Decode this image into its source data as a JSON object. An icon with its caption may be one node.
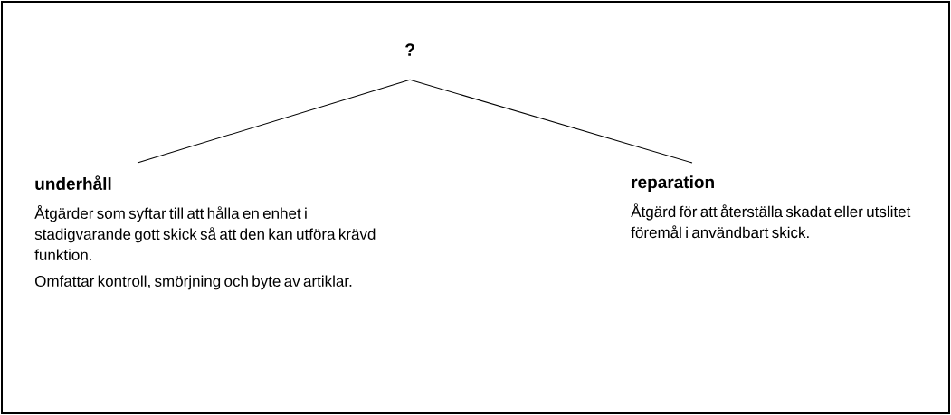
{
  "diagram": {
    "nodes": [
      {
        "text": [
          "?"
        ]
      },
      {
        "text": [
          "underhåll",
          "Åtgärder som syftar till att hålla en enhet i stadigvarande gott skick så att den kan utföra krävd funktion.",
          "Omfattar kontroll, smörjning och byte av artiklar."
        ]
      },
      {
        "text": [
          "reparation",
          "Åtgärd för att återställa skadat eller utslitet föremål i användbart skick."
        ]
      }
    ],
    "edges": [
      {
        "from": 0,
        "to": 1,
        "arrow": "none"
      },
      {
        "from": 0,
        "to": 2,
        "arrow": "none"
      }
    ]
  }
}
